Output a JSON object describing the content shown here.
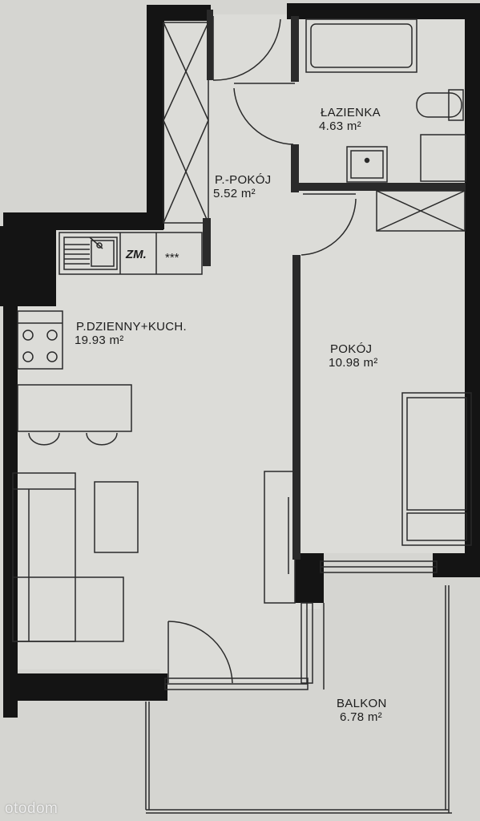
{
  "rooms": {
    "bathroom": {
      "name": "ŁAZIENKA",
      "area": "4.63 m²"
    },
    "hall": {
      "name": "P.-POKÓJ",
      "area": "5.52 m²"
    },
    "living": {
      "name": "P.DZIENNY+KUCH.",
      "area": "19.93 m²"
    },
    "bedroom": {
      "name": "POKÓJ",
      "area": "10.98 m²"
    },
    "balcony": {
      "name": "BALKON",
      "area": "6.78 m²"
    }
  },
  "fixtures": {
    "fridge_label": "ZM.",
    "cooktop_label": "***"
  },
  "watermark": "otodom",
  "colors": {
    "background": "#d7d7d3",
    "wall": "#141414",
    "line": "#2a2a2a",
    "floor": "#dcdcd8"
  }
}
